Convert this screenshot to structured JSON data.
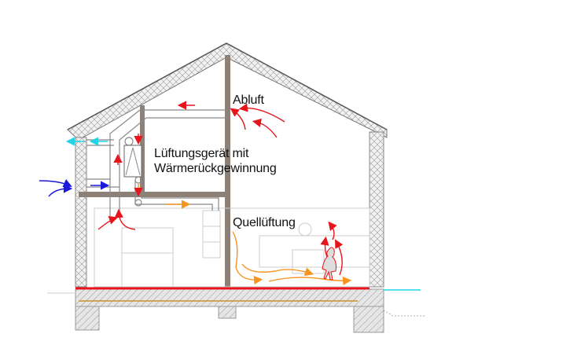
{
  "labels": {
    "exhaust": "Abluft",
    "unit_line1": "Lüftungsgerät mit",
    "unit_line2": "Wärmerückgewinnung",
    "displacement": "Quellüftung"
  },
  "colors": {
    "exhaust_air": "#e8141b",
    "supply_air": "#f7941d",
    "outdoor_air": "#1a1adb",
    "outgoing_air": "#22d3e6",
    "floor_heating": "#e8141b",
    "structure": "#8c8077"
  }
}
